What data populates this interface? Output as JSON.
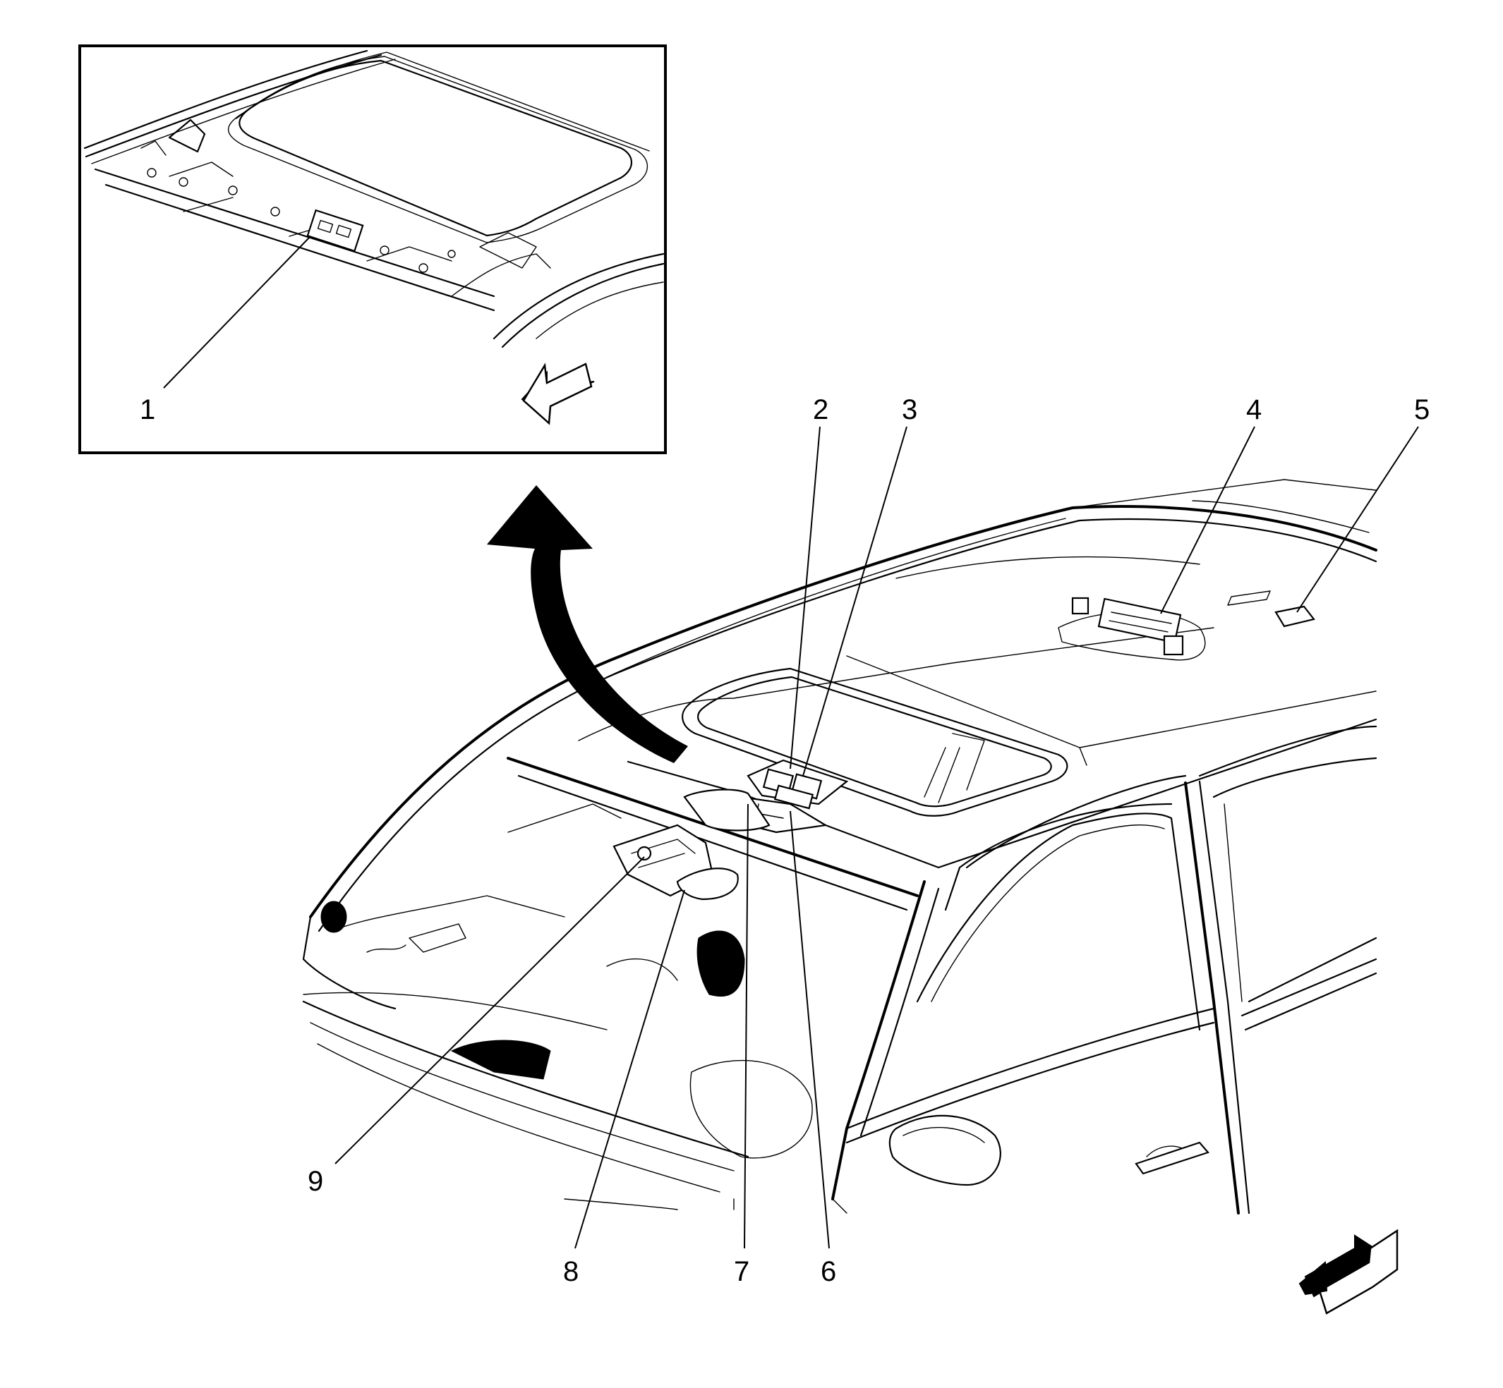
{
  "callouts": [
    {
      "id": 1,
      "text": "1"
    },
    {
      "id": 2,
      "text": "2"
    },
    {
      "id": 3,
      "text": "3"
    },
    {
      "id": 4,
      "text": "4"
    },
    {
      "id": 5,
      "text": "5"
    },
    {
      "id": 6,
      "text": "6"
    },
    {
      "id": 7,
      "text": "7"
    },
    {
      "id": 8,
      "text": "8"
    },
    {
      "id": 9,
      "text": "9"
    }
  ],
  "icons": {
    "direction_arrow_inset": "front-direction-arrow-icon",
    "direction_arrow_main": "front-direction-arrow-icon",
    "detail_arrow": "curved-detail-arrow-icon"
  },
  "colors": {
    "line": "#000000",
    "background": "#ffffff"
  }
}
